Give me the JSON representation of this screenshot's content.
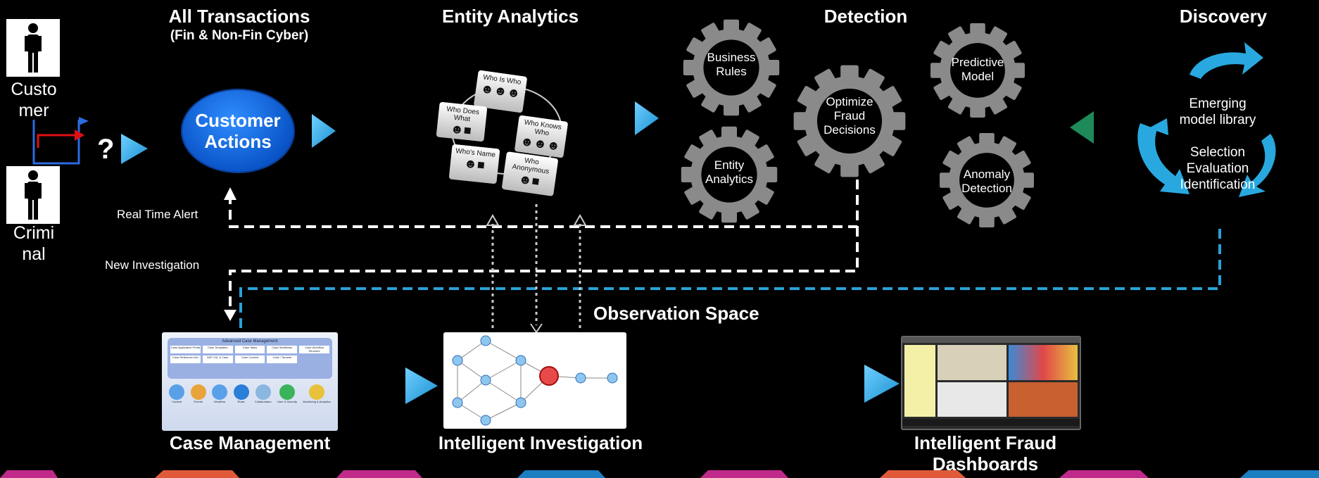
{
  "actors": {
    "customer_label": "Custo\nmer",
    "criminal_label": "Crimi\nnal",
    "question_mark": "?"
  },
  "headers": {
    "all_transactions": "All Transactions",
    "all_transactions_sub": "(Fin & Non-Fin Cyber)",
    "entity_analytics": "Entity Analytics",
    "detection": "Detection",
    "discovery": "Discovery"
  },
  "customer_actions": "Customer\nActions",
  "entity_cards": [
    "Who Is Who",
    "Who Does What",
    "Who Knows Who",
    "Who's Name",
    "Who Anonymous"
  ],
  "gears": {
    "business_rules": "Business\nRules",
    "entity_analytics": "Entity\nAnalytics",
    "optimize": "Optimize\nFraud\nDecisions",
    "predictive_model": "Predictive\nModel",
    "anomaly_detection": "Anomaly\nDetection"
  },
  "discovery": {
    "emerging": "Emerging\nmodel library",
    "steps": "Selection\nEvaluation\nIdentification"
  },
  "flow_labels": {
    "real_time_alert": "Real Time Alert",
    "new_investigation": "New Investigation",
    "observation_space": "Observation Space"
  },
  "captions": {
    "case_management": "Case Management",
    "intelligent_investigation": "Intelligent Investigation",
    "fraud_dashboards": "Intelligent Fraud\nDashboards"
  },
  "case_mgmt_panel": {
    "title": "Advanced Case Management",
    "cells": [
      "Case Application Portal",
      "Case Templates",
      "Case Tasks",
      "Case Workflows",
      "Case Workflow Structure",
      "Case Reference Info",
      "SAP Ctrl. & Case",
      "Case Content",
      "Case / Tenants"
    ],
    "icons": [
      "Content",
      "Events",
      "Workflow",
      "Rules",
      "Collaboration",
      "User & Security",
      "Monitoring & Analytics"
    ]
  },
  "colors": {
    "background": "#000000",
    "accent_blue": "#29a8e0",
    "gear_gray": "#8a8a8a",
    "ellipse_blue": "#0a63d6",
    "dashed_blue": "#2aa1d8",
    "red_arrow": "#e01010",
    "green_arrow": "#1e8a5a"
  }
}
